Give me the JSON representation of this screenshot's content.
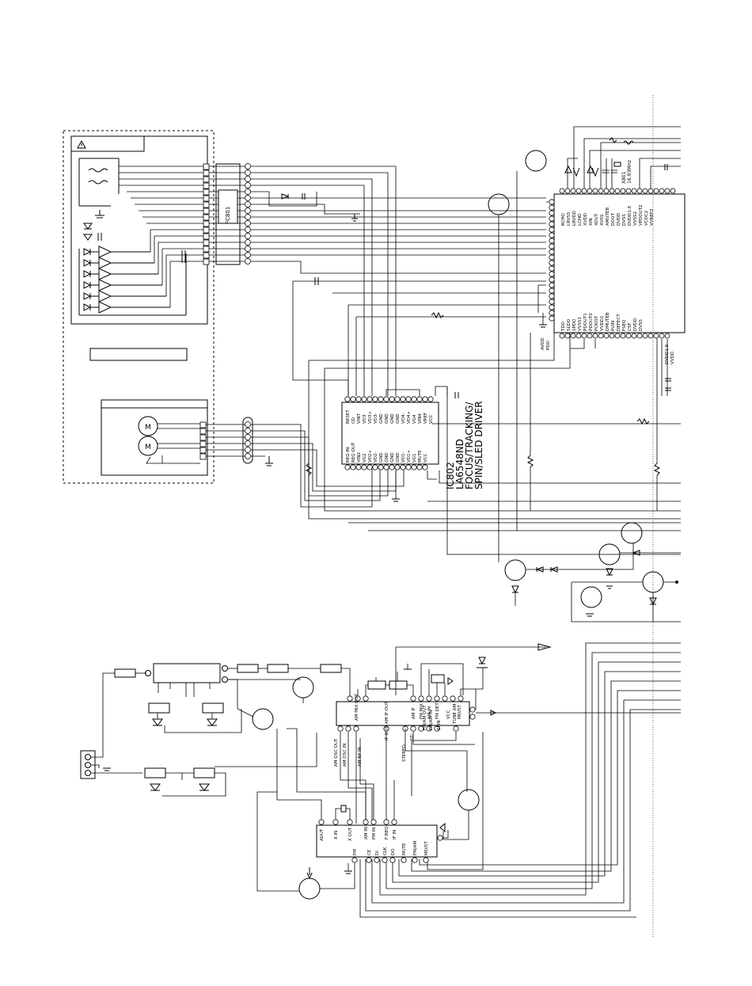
{
  "ic802": {
    "designator": "IC802",
    "part": "LA6548ND",
    "function_line1": "FOCUS/TRACKING/",
    "function_line2": "SPIN/SLED DRIVER",
    "top_pins": [
      "RESET",
      "CD",
      "VINT",
      "VO3",
      "VO3+",
      "VO3-",
      "GND",
      "GND",
      "GND",
      "GND",
      "VO4-",
      "VO4+",
      "VG4",
      "VIN4",
      "VREF",
      "VCC"
    ],
    "bottom_pins": [
      "REG-IN",
      "REG-OUT",
      "VIN2",
      "VG2",
      "VO2+",
      "VO2-",
      "GND",
      "GND",
      "GND",
      "GND",
      "VO1-",
      "VO1+",
      "VG1",
      "MUTE",
      "VCC"
    ]
  },
  "fc801": {
    "label": "FC801"
  },
  "dsp": {
    "pins_a": [
      "RCHO",
      "LRVSS",
      "LRVDD",
      "LCHO",
      "XVDD",
      "XIN",
      "XOUT",
      "XVSS",
      "AMUTEB",
      "DOUT",
      "DVDD",
      "DVSS",
      "DVDD1.8",
      "VVSS2",
      "VPDOUT2",
      "VCOC2",
      "VVREF2"
    ],
    "pins_b": [
      "TDO",
      "SLDO",
      "SPDO",
      "VVSS1",
      "PDOUT1",
      "PDOUT0",
      "PCKIST",
      "VVDD1",
      "DMUTEB",
      "PUIN",
      "DEFECT",
      "FSEQ",
      "CSF",
      "DVDD",
      "DVSS"
    ],
    "crystal_ref": "X801",
    "crystal_freq": "16.93MHz",
    "label_avdd": "AVDD",
    "label_pdo": "PDO",
    "label_dvdd18": "DVDD1.8",
    "label_vvdd": "VVDD"
  },
  "tuner": {
    "pins_top": [
      "AM MIX OUT",
      "AM IF",
      "FM MIX",
      "AM IN",
      "AM IF OUT",
      "FM DET",
      "VCC",
      "TUNE AM",
      "MO/ST"
    ],
    "pins_bottom": [
      "AM OSC OUT",
      "AM OSC IN",
      "AM RF IN",
      "IF OUT",
      "STEREO",
      "SD",
      "FM/AM OUT",
      "FM/AM IN",
      "SPIN"
    ]
  },
  "pll": {
    "pins_top": [
      "AOUT",
      "X IN",
      "X OUT",
      "AM IN",
      "FM IN",
      "F REQ",
      "IF IN"
    ],
    "pins_bottom": [
      "FM",
      "CE",
      "DI",
      "CLK",
      "DO",
      "MUTE",
      "FM/AM",
      "MO/ST"
    ]
  },
  "colors": {
    "ink": "#000000",
    "paper": "#ffffff"
  }
}
